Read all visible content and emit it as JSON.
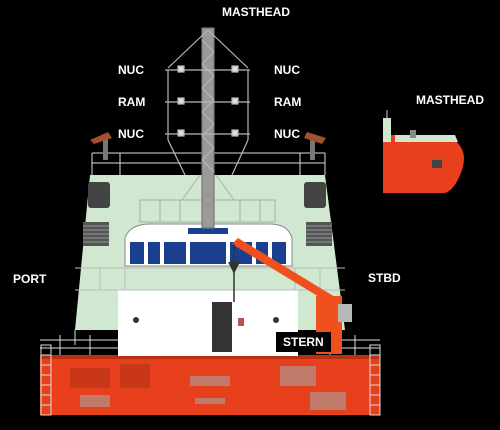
{
  "labels": {
    "masthead_top": "MASTHEAD",
    "masthead_side": "MASTHEAD",
    "nuc_upper_left": "NUC",
    "nuc_upper_right": "NUC",
    "ram_left": "RAM",
    "ram_right": "RAM",
    "nuc_lower_left": "NUC",
    "nuc_lower_right": "NUC",
    "port": "PORT",
    "stbd": "STBD",
    "stern": "STERN"
  },
  "colors": {
    "background": "#000000",
    "hull": "#e8401c",
    "hull_dark": "#b83012",
    "superstructure": "#cfe8cf",
    "deckhouse": "#ffffff",
    "window": "#1a3f8f",
    "mast": "#b8b8b8",
    "crane": "#f0501e",
    "label_text": "#ffffff"
  }
}
